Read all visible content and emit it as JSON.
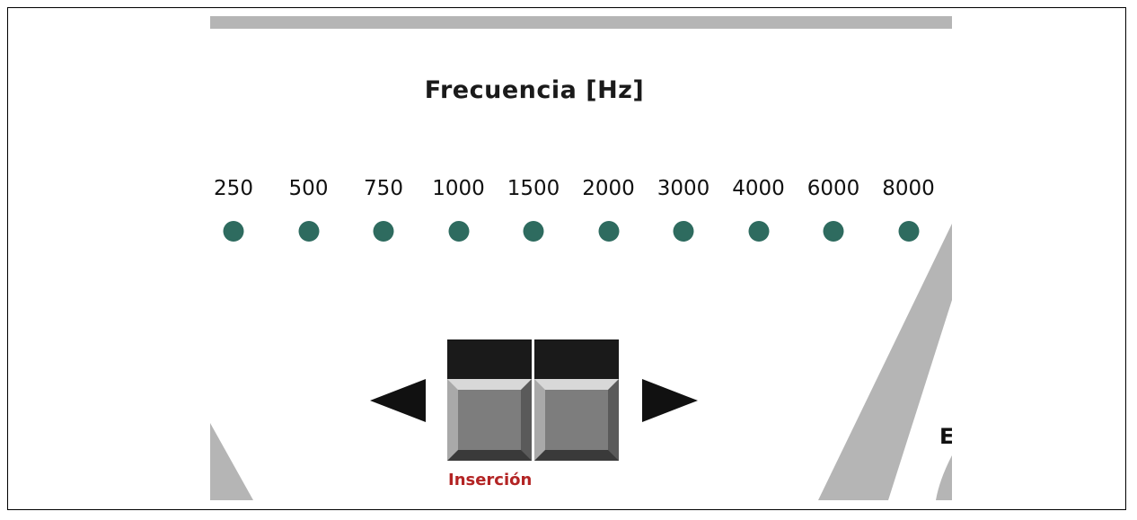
{
  "title": "Frecuencia [Hz]",
  "frequencies": [
    "250",
    "500",
    "750",
    "1000",
    "1500",
    "2000",
    "3000",
    "4000",
    "6000",
    "8000"
  ],
  "insertion_label": "Inserción",
  "side_letter": "E",
  "icons": {
    "left": "triangle-left-icon",
    "right": "triangle-right-icon"
  },
  "colors": {
    "dot": "#2e6b5f",
    "insertion_text": "#b32424",
    "button_dark": "#1a1a1a",
    "button_face": "#7d7d7d",
    "decor_gray": "#b5b5b5"
  }
}
